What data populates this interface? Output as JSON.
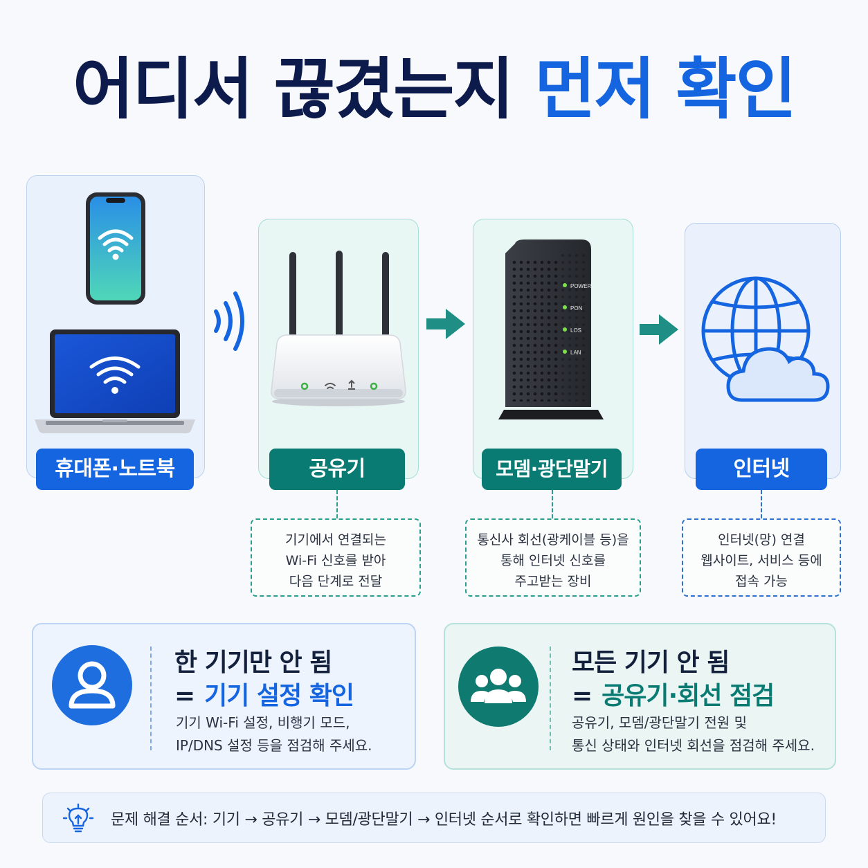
{
  "header": {
    "title_main": "어디서 끊겼는지",
    "title_accent": "먼저 확인"
  },
  "flow": {
    "device": {
      "label": "휴대폰·노트북"
    },
    "router": {
      "label": "공유기",
      "desc": [
        "기기에서 연결되는",
        "Wi-Fi 신호를 받아",
        "다음 단계로 전달"
      ]
    },
    "modem": {
      "label": "모뎀·광단말기",
      "leds": [
        "POWER",
        "PON",
        "LOS",
        "LAN"
      ],
      "desc": [
        "통신사 회선(광케이블 등)을",
        "통해 인터넷 신호를",
        "주고받는 장비"
      ]
    },
    "internet": {
      "label": "인터넷",
      "desc": [
        "인터넷(망) 연결",
        "웹사이트, 서비스 등에",
        "접속 가능"
      ]
    }
  },
  "cases": {
    "single": {
      "title": "한 기기만 안 됨",
      "eq": "=",
      "result": "기기 설정 확인",
      "body": [
        "기기 Wi-Fi 설정, 비행기 모드,",
        "IP/DNS 설정 등을 점검해 주세요."
      ]
    },
    "all": {
      "title": "모든 기기 안 됨",
      "eq": "=",
      "result": "공유기·회선 점검",
      "body": [
        "공유기, 모뎀/광단말기 전원 및",
        "통신 상태와 인터넷 회선을 점검해 주세요."
      ]
    }
  },
  "tip": {
    "text": "문제 해결 순서: 기기 → 공유기 → 모뎀/광단말기 → 인터넷 순서로 확인하면 빠르게 원인을 찾을 수 있어요!"
  },
  "colors": {
    "navy": "#0d1b4c",
    "blue": "#1565e0",
    "teal": "#0a7b72"
  }
}
